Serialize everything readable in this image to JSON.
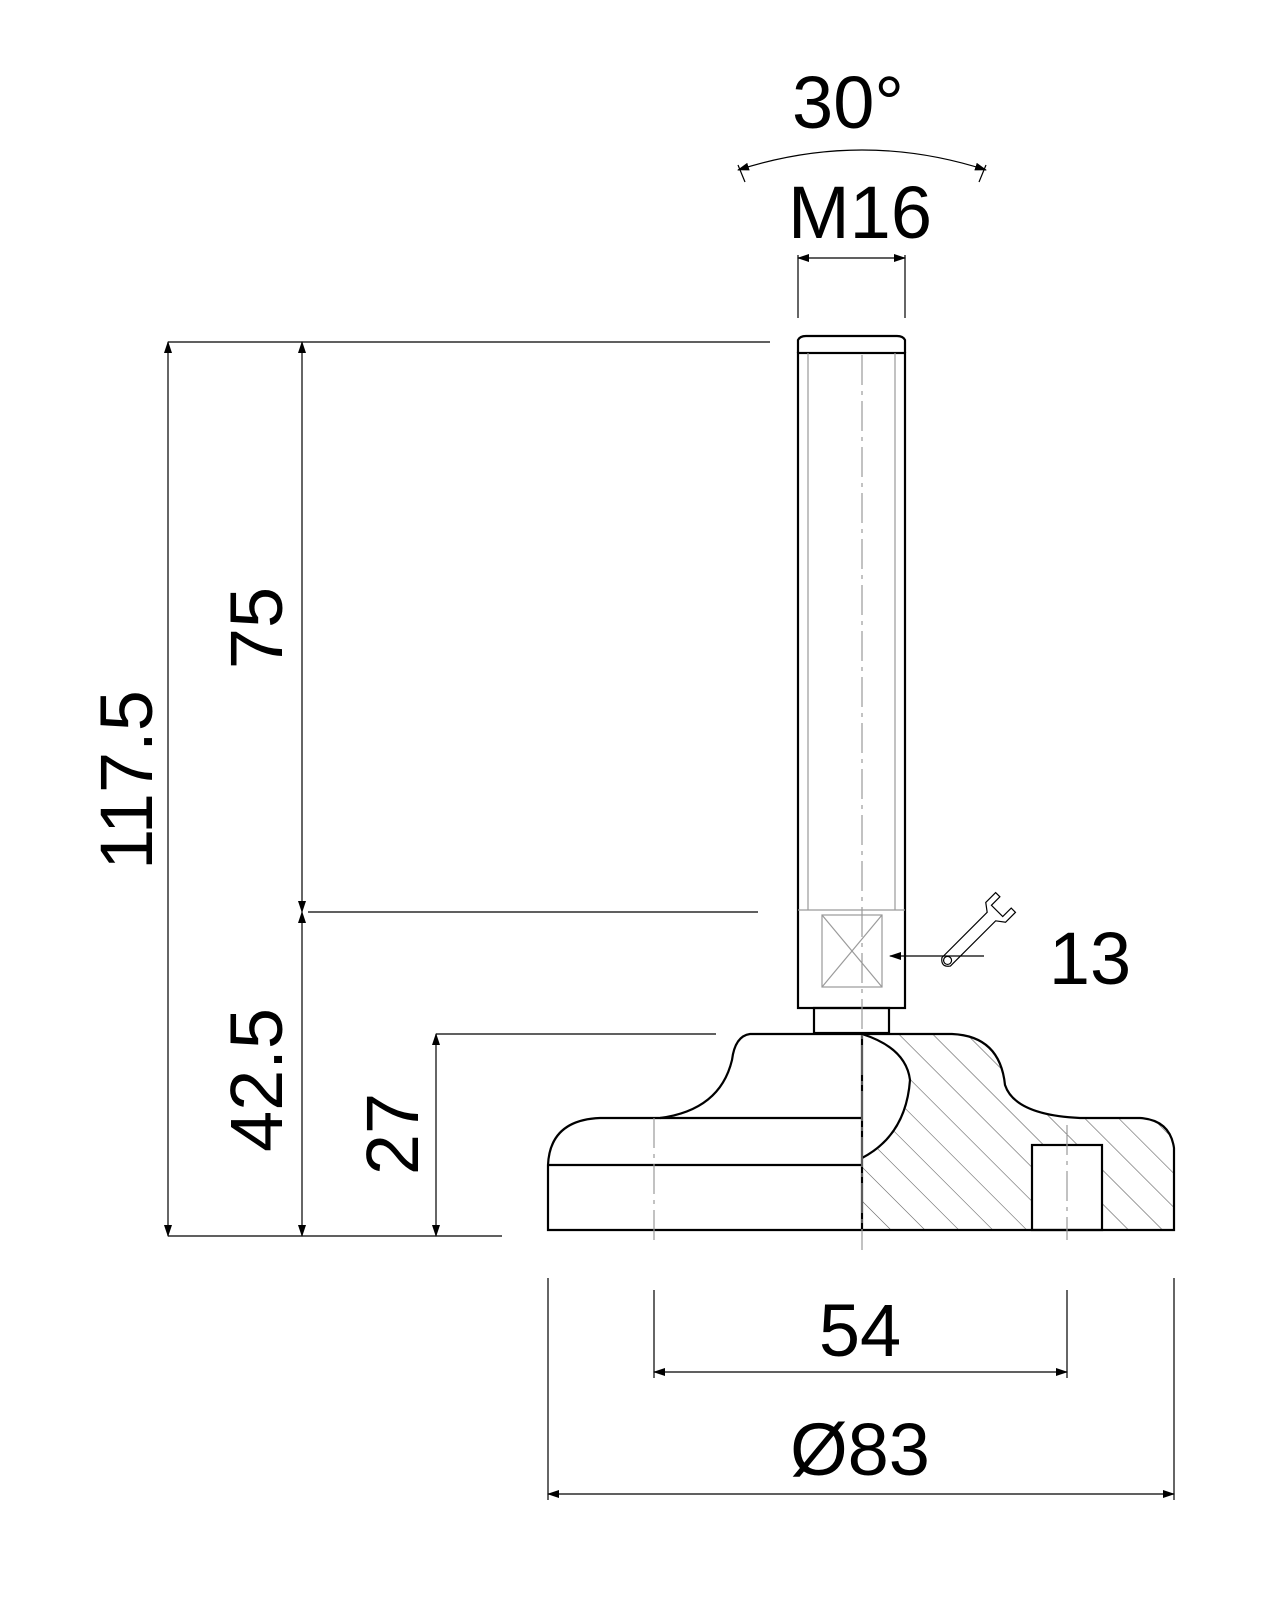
{
  "drawing": {
    "dimensions": {
      "angle": "30°",
      "thread": "M16",
      "total_height": "117.5",
      "stem_length": "75",
      "base_height": "42.5",
      "foot_height": "27",
      "wrench_size": "13",
      "bolt_spacing": "54",
      "base_diameter": "Ø83"
    },
    "icons": {
      "wrench": "wrench-icon"
    }
  }
}
